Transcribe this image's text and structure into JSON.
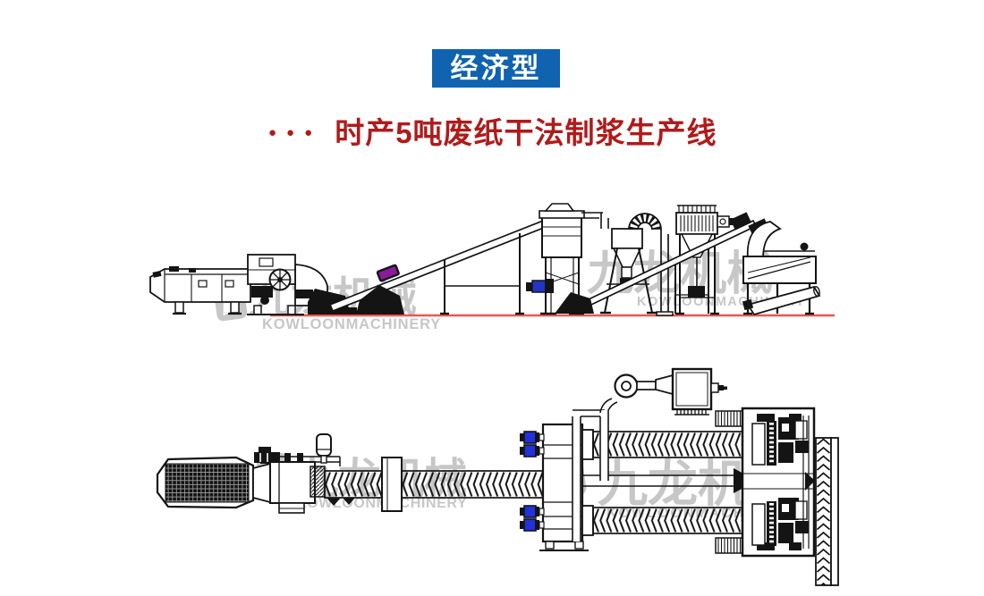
{
  "page": {
    "background_color": "#ffffff"
  },
  "badge": {
    "label": "经济型",
    "background_color": "#0f63b0",
    "text_color": "#ffffff"
  },
  "heading": {
    "bullets": "●●●",
    "text": "时产5吨废纸干法制浆生产线",
    "color": "#b11a1a"
  },
  "watermark": {
    "cn": "九龙机械",
    "en": "KOWLOONMACHINERY",
    "color": "#c7c7c7"
  },
  "diagrams": {
    "top": {
      "ground_line_color": "#ee5454",
      "line_color": "#141414",
      "belt_item_color": "#8a1b9b"
    },
    "bottom": {
      "line_color": "#141414",
      "valve_color": "#2230dd"
    }
  }
}
